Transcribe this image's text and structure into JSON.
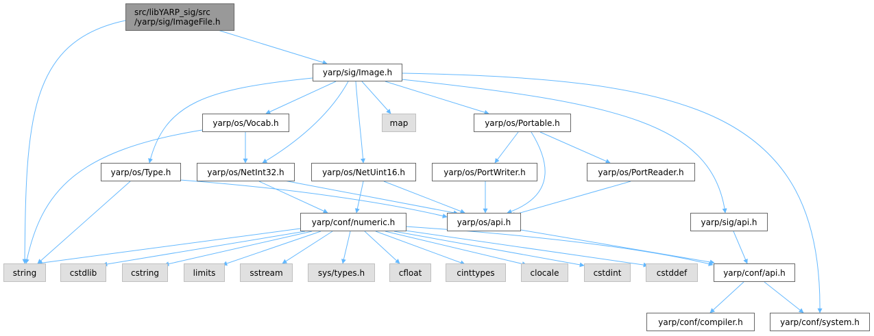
{
  "graph": {
    "edge_color": "#63b8ff",
    "root_fill": "#999999",
    "ext_fill": "#e0e0e0",
    "nodes": {
      "root": {
        "line1": "src/libYARP_sig/src",
        "line2": "/yarp/sig/ImageFile.h"
      },
      "image_h": "yarp/sig/Image.h",
      "vocab_h": "yarp/os/Vocab.h",
      "map": "map",
      "portable_h": "yarp/os/Portable.h",
      "type_h": "yarp/os/Type.h",
      "netint32_h": "yarp/os/NetInt32.h",
      "netuint16_h": "yarp/os/NetUint16.h",
      "portwriter_h": "yarp/os/PortWriter.h",
      "portreader_h": "yarp/os/PortReader.h",
      "numeric_h": "yarp/conf/numeric.h",
      "os_api_h": "yarp/os/api.h",
      "sig_api_h": "yarp/sig/api.h",
      "string": "string",
      "cstdlib": "cstdlib",
      "cstring": "cstring",
      "limits": "limits",
      "sstream": "sstream",
      "sys_types_h": "sys/types.h",
      "cfloat": "cfloat",
      "cinttypes": "cinttypes",
      "clocale": "clocale",
      "cstdint": "cstdint",
      "cstddef": "cstddef",
      "conf_api_h": "yarp/conf/api.h",
      "compiler_h": "yarp/conf/compiler.h",
      "system_h": "yarp/conf/system.h"
    },
    "edges": [
      [
        "root",
        "string"
      ],
      [
        "root",
        "image_h"
      ],
      [
        "image_h",
        "vocab_h"
      ],
      [
        "image_h",
        "map"
      ],
      [
        "image_h",
        "portable_h"
      ],
      [
        "image_h",
        "type_h"
      ],
      [
        "image_h",
        "netint32_h"
      ],
      [
        "image_h",
        "netuint16_h"
      ],
      [
        "image_h",
        "sig_api_h"
      ],
      [
        "image_h",
        "system_h"
      ],
      [
        "vocab_h",
        "netint32_h"
      ],
      [
        "vocab_h",
        "string"
      ],
      [
        "portable_h",
        "portwriter_h"
      ],
      [
        "portable_h",
        "portreader_h"
      ],
      [
        "portable_h",
        "os_api_h"
      ],
      [
        "type_h",
        "string"
      ],
      [
        "type_h",
        "os_api_h"
      ],
      [
        "netint32_h",
        "numeric_h"
      ],
      [
        "netint32_h",
        "os_api_h"
      ],
      [
        "netuint16_h",
        "numeric_h"
      ],
      [
        "netuint16_h",
        "os_api_h"
      ],
      [
        "portwriter_h",
        "os_api_h"
      ],
      [
        "portreader_h",
        "os_api_h"
      ],
      [
        "numeric_h",
        "string"
      ],
      [
        "numeric_h",
        "cstdlib"
      ],
      [
        "numeric_h",
        "cstring"
      ],
      [
        "numeric_h",
        "limits"
      ],
      [
        "numeric_h",
        "sstream"
      ],
      [
        "numeric_h",
        "sys_types_h"
      ],
      [
        "numeric_h",
        "cfloat"
      ],
      [
        "numeric_h",
        "cinttypes"
      ],
      [
        "numeric_h",
        "clocale"
      ],
      [
        "numeric_h",
        "cstdint"
      ],
      [
        "numeric_h",
        "cstddef"
      ],
      [
        "numeric_h",
        "conf_api_h"
      ],
      [
        "os_api_h",
        "conf_api_h"
      ],
      [
        "sig_api_h",
        "conf_api_h"
      ],
      [
        "conf_api_h",
        "compiler_h"
      ],
      [
        "conf_api_h",
        "system_h"
      ]
    ]
  }
}
